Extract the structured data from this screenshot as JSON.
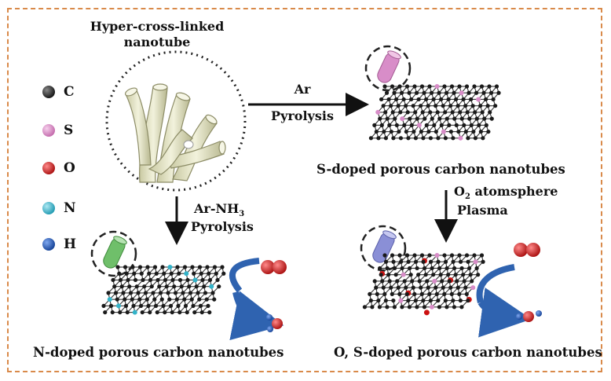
{
  "title": {
    "line1": "Hyper-cross-linked",
    "line2": "nanotube"
  },
  "legend": [
    {
      "label": "C",
      "color": "#2a2a2a"
    },
    {
      "label": "S",
      "color": "#d98ac8"
    },
    {
      "label": "O",
      "color": "#d11a1a"
    },
    {
      "label": "N",
      "color": "#33b3c9"
    },
    {
      "label": "H",
      "color": "#1f55b5"
    }
  ],
  "arrows": {
    "right": {
      "line1": "Ar",
      "line2": "Pyrolysis"
    },
    "down_left": {
      "line1_main": "Ar-NH",
      "line1_sub": "3",
      "line2": "Pyrolysis"
    },
    "down_right": {
      "line1_main": "O",
      "line1_sub": "2",
      "line1_rest": " atomsphere",
      "line2": "Plasma"
    }
  },
  "products": {
    "s_doped": "S-doped porous carbon nanotubes",
    "n_doped": "N-doped porous carbon nanotubes",
    "os_doped": "O, S-doped porous carbon nanotubes"
  },
  "colors": {
    "frame": "#d98a4a",
    "tube_pink": "#d88dc8",
    "tube_green": "#6fbf6a",
    "tube_blue": "#8a8fd6",
    "flow_arrow": "#2f63b0"
  }
}
